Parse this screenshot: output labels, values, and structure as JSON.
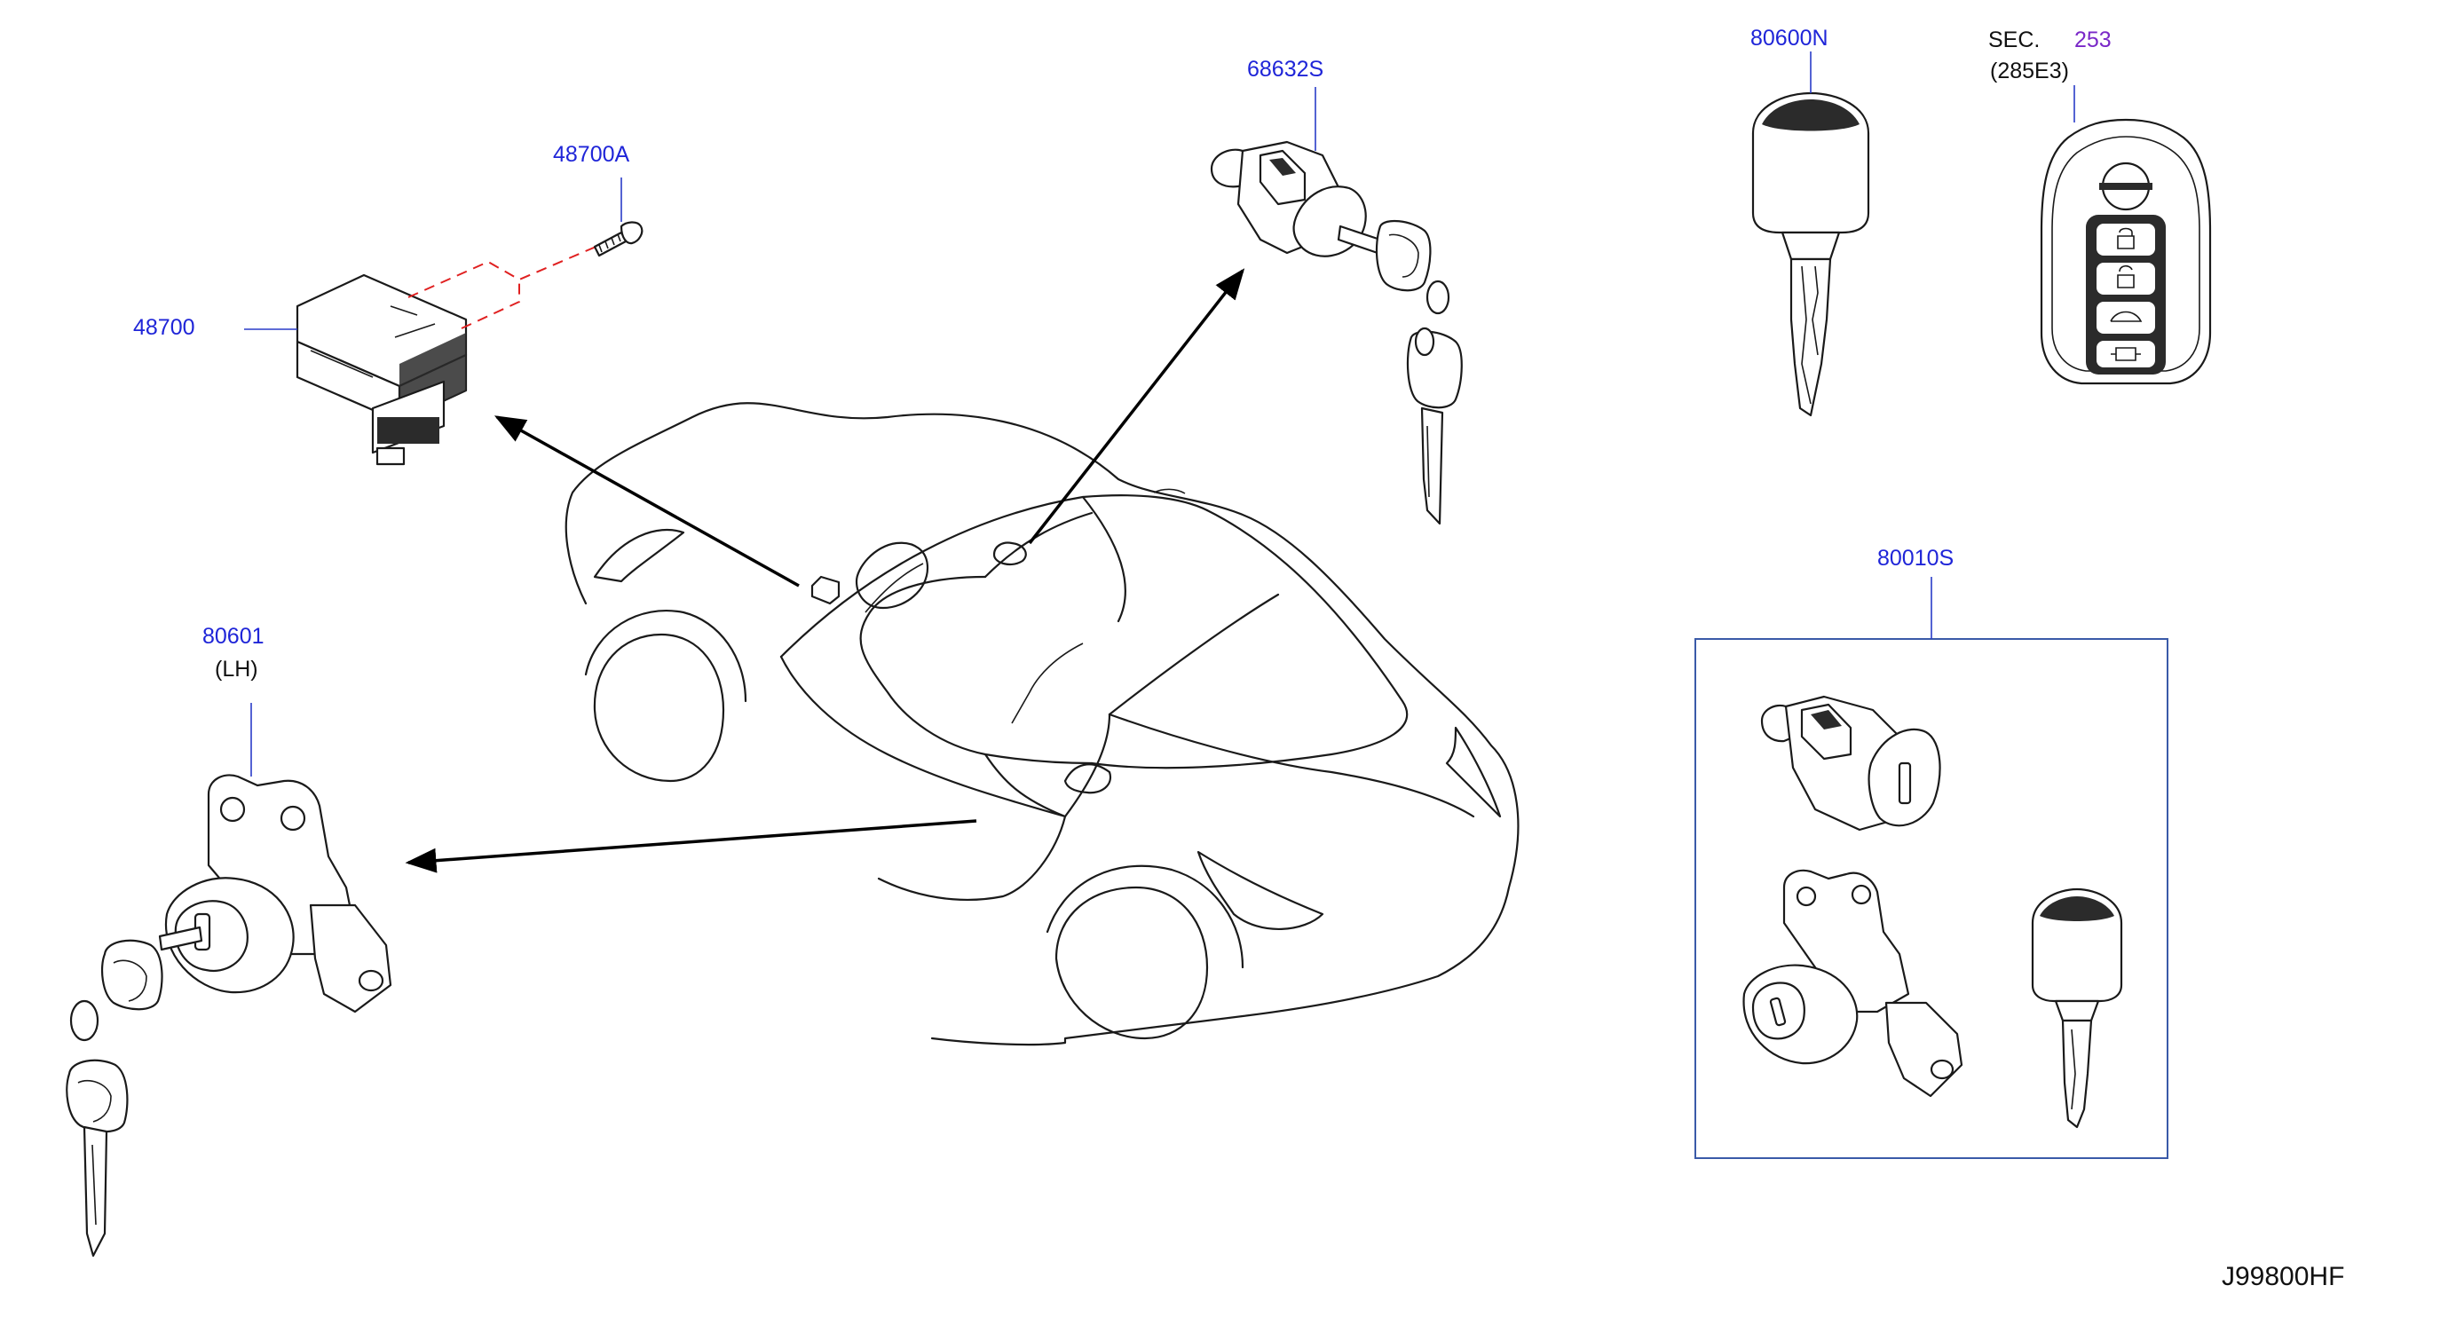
{
  "labels": {
    "p48700a": "48700A",
    "p48700": "48700",
    "p68632s": "68632S",
    "p80600n": "80600N",
    "sec_prefix": "SEC.",
    "sec_number": "253",
    "sec_sub": "(285E3)",
    "p80010s": "80010S",
    "p80601": "80601",
    "p80601_side": "(LH)",
    "diagram_id": "J99800HF"
  },
  "colors": {
    "part_label": "#1f25d8",
    "section_link": "#7a28c8",
    "fastener_dash": "#e02020",
    "kit_box": "#3a5aa8"
  },
  "icons": {
    "car": "car-outline-icon",
    "ignition_switch": "ignition-switch-icon",
    "bolt": "bolt-icon",
    "cylinder_lock": "cylinder-lock-icon",
    "key": "key-icon",
    "smart_key": "smart-key-fob-icon",
    "door_lock": "door-lock-icon"
  }
}
